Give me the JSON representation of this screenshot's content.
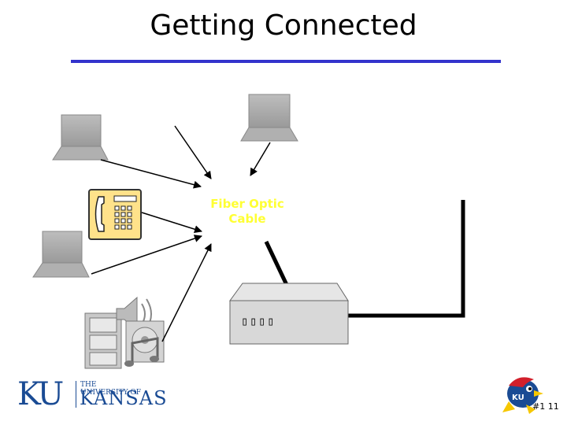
{
  "slide": {
    "title": "Getting Connected",
    "slide_number": "#1 11"
  },
  "diagram": {
    "hub_label_line1": "Fiber Optic",
    "hub_label_line2": "Cable",
    "device_label": "▯▯▯▯",
    "nodes": [
      "computer-icon",
      "computer-icon",
      "computer-icon",
      "telephone-icon",
      "multimedia-icon",
      "network-device"
    ]
  },
  "logo": {
    "letters": "KU",
    "university_line": "THE UNIVERSITY OF",
    "name": "KANSAS"
  },
  "colors": {
    "title_rule": "#3333cc",
    "fiber_label": "#ffff33",
    "ku_blue": "#1a4b94"
  }
}
